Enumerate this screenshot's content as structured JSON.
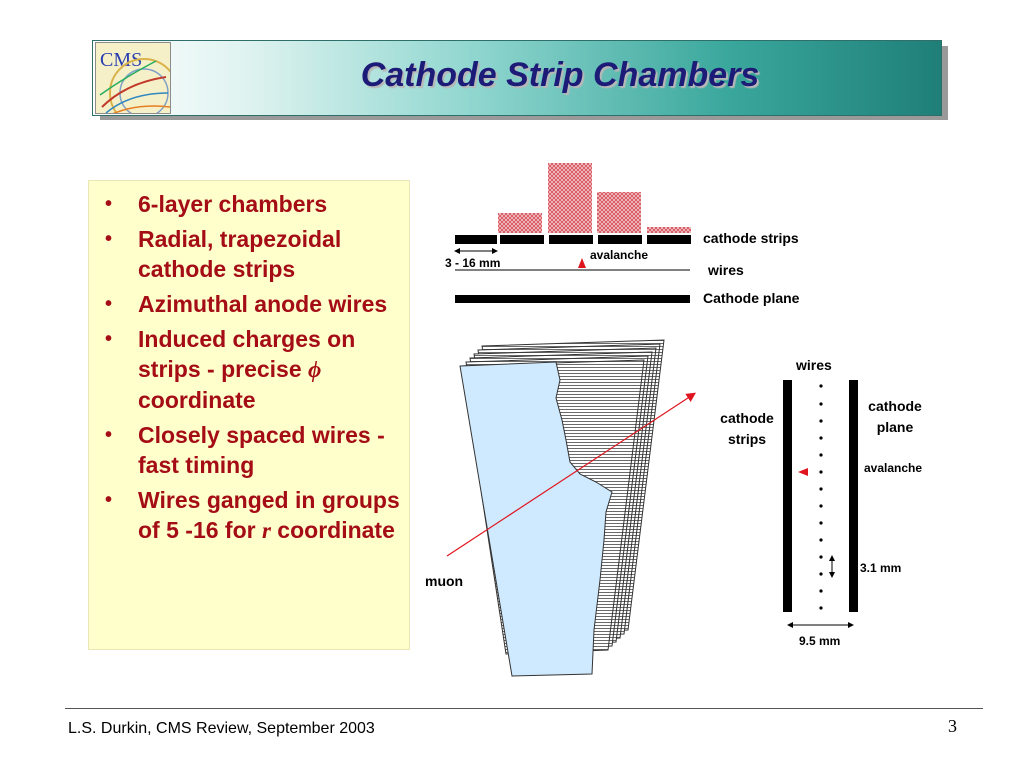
{
  "logo": {
    "text": "CMS"
  },
  "title": "Cathode Strip Chambers",
  "bullets": [
    {
      "text": "6-layer chambers"
    },
    {
      "text": "Radial, trapezoidal cathode strips"
    },
    {
      "text_before": "Induced charges on strips - precise ",
      "symbol": "ϕ",
      "text_after": " coordinate"
    },
    {
      "text": "Azimuthal anode wires"
    },
    {
      "text": "Closely spaced wires -  fast timing"
    },
    {
      "text_before": "Wires ganged in groups of 5 -16 for ",
      "symbol": "r",
      "text_after": " coordinate"
    }
  ],
  "diagram_top": {
    "label_cathode_strips": "cathode strips",
    "label_avalanche": "avalanche",
    "label_gap": "3 - 16 mm",
    "label_wires": "wires",
    "label_cathode_plane": "Cathode plane"
  },
  "diagram_chamber": {
    "label_muon": "muon"
  },
  "diagram_side": {
    "label_wires": "wires",
    "label_cathode_strips": "cathode strips",
    "label_cathode_plane": "cathode plane",
    "label_avalanche": "avalanche",
    "label_wire_pitch": "3.1 mm",
    "label_gap_width": "9.5 mm"
  },
  "colors": {
    "title_text": "#1c1c78",
    "bullet_text": "#a50d16",
    "bullet_box_bg": "#ffffcc",
    "charge_hatch": "#d44c54",
    "chamber_fill": "#cfeaff",
    "arrow_red": "#e0141e"
  },
  "footer": {
    "text": "L.S. Durkin,  CMS Review,  September 2003",
    "page": "3"
  }
}
